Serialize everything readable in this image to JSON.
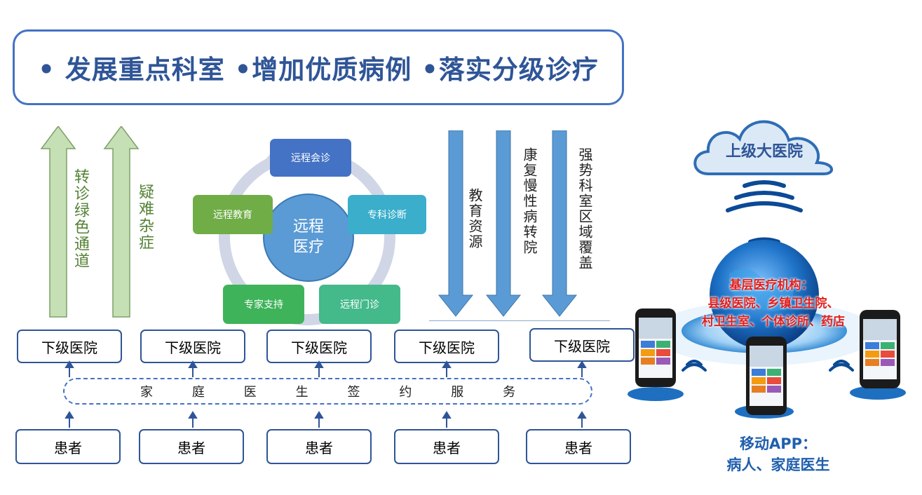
{
  "banner": {
    "text": "• 发展重点科室 •增加优质病例 •落实分级诊疗"
  },
  "up_arrows": [
    {
      "label": "转诊绿色通道"
    },
    {
      "label": "疑难杂症"
    }
  ],
  "cycle": {
    "center": "远程医疗",
    "nodes": [
      "远程会诊",
      "专科诊断",
      "远程门诊",
      "专家支持",
      "远程教育"
    ]
  },
  "down_arrows": [
    {
      "label": "教育资源"
    },
    {
      "label": "康复慢性病转院"
    },
    {
      "label": "强势科室区域覆盖"
    }
  ],
  "lower_hospitals": [
    "下级医院",
    "下级医院",
    "下级医院",
    "下级医院",
    "下级医院"
  ],
  "family_service": [
    "家",
    "庭",
    "医",
    "生",
    "签",
    "约",
    "服",
    "务"
  ],
  "patients": [
    "患者",
    "患者",
    "患者",
    "患者",
    "患者"
  ],
  "right_panel": {
    "cloud_label": "上级大医院",
    "grassroots_title": "基层医疗机构：",
    "grassroots_line1": "县级医院、乡镇卫生院、",
    "grassroots_line2": "村卫生室、个体诊所、药店",
    "app_line1": "移动APP：",
    "app_line2": "病人、家庭医生"
  },
  "colors": {
    "banner_border": "#4472c4",
    "banner_text": "#2f5597",
    "up_arrow_fill": "#c5e0b4",
    "up_arrow_text": "#548235",
    "down_arrow_fill": "#5b9bd5",
    "node_blue": "#4472c4",
    "node_teal": "#3aaecb",
    "node_green": "#70ad47",
    "node_green2": "#3fb35a",
    "center_circle": "#5b9bd5",
    "red_text": "#e02020"
  }
}
